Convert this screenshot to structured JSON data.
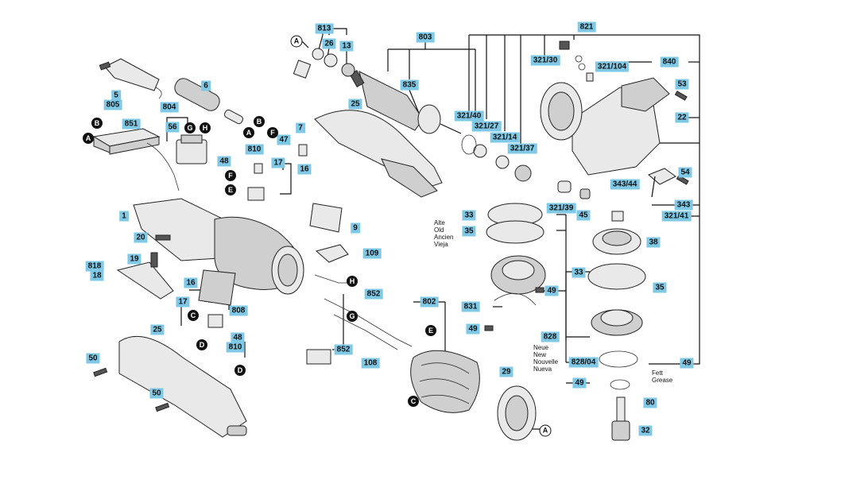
{
  "labels": {
    "p813": "813",
    "p26": "26",
    "p13": "13",
    "p803": "803",
    "p835": "835",
    "p821": "821",
    "p321_30": "321/30",
    "p321_104": "321/104",
    "p840": "840",
    "p53": "53",
    "p22": "22",
    "p25a": "25",
    "p321_40": "321/40",
    "p321_27": "321/27",
    "p321_14": "321/14",
    "p321_37": "321/37",
    "p6": "6",
    "p5": "5",
    "p805": "805",
    "p804": "804",
    "p56": "56",
    "p851": "851",
    "p7": "7",
    "p47": "47",
    "p810a": "810",
    "p48a": "48",
    "p17a": "17",
    "p16a": "16",
    "p1": "1",
    "p9": "9",
    "p20": "20",
    "p109": "109",
    "p19": "19",
    "p818": "818",
    "p18": "18",
    "p16b": "16",
    "p17b": "17",
    "p808": "808",
    "p48b": "48",
    "p810b": "810",
    "p852a": "852",
    "p802": "802",
    "p852b": "852",
    "p108": "108",
    "p25b": "25",
    "p50a": "50",
    "p50b": "50",
    "p29": "29",
    "p33a": "33",
    "p35a": "35",
    "p49a": "49",
    "p831": "831",
    "p49b": "49",
    "p321_39": "321/39",
    "p45": "45",
    "p343_44": "343/44",
    "p54": "54",
    "p343": "343",
    "p321_41": "321/41",
    "p38": "38",
    "p33b": "33",
    "p35b": "35",
    "p828": "828",
    "p828_04": "828/04",
    "p49c": "49",
    "p49d": "49",
    "p80": "80",
    "p32": "32"
  },
  "callouts": {
    "A": "A",
    "B": "B",
    "C": "C",
    "D": "D",
    "E": "E",
    "F": "F",
    "G": "G",
    "H": "H"
  },
  "notes": {
    "old_lines": [
      "Alte",
      "Old",
      "Ancien",
      "Vieja"
    ],
    "new_lines": [
      "Neue",
      "New",
      "Nouvelle",
      "Nueva"
    ],
    "grease_lines": [
      "Fett",
      "Grease"
    ]
  },
  "colors": {
    "label_bg": "#7fc8e6",
    "line": "#111111",
    "part_fill": "#e9e9e9"
  }
}
